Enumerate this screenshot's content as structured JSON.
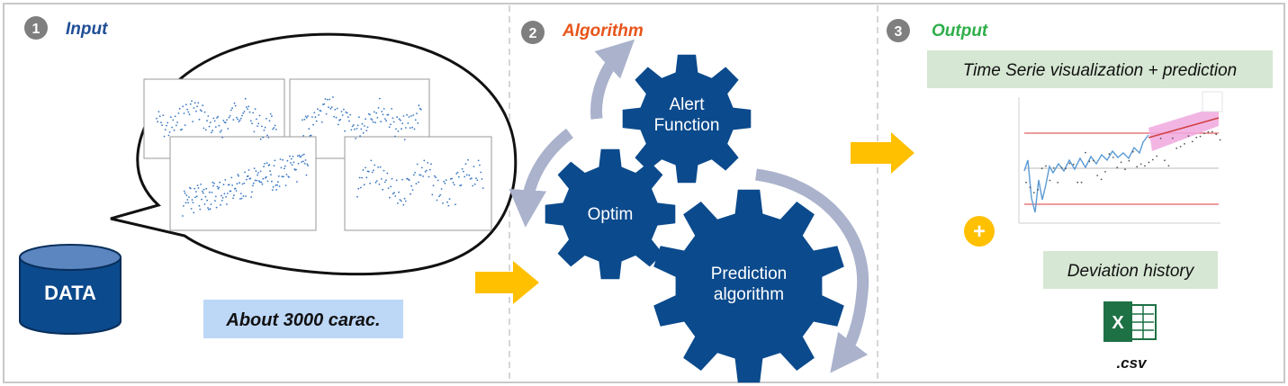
{
  "sections": [
    {
      "number": "1",
      "title": "Input",
      "color": "#1f4e96"
    },
    {
      "number": "2",
      "title": "Algorithm",
      "color": "#e8541a"
    },
    {
      "number": "3",
      "title": "Output",
      "color": "#2fae4a"
    }
  ],
  "input": {
    "database_label": "DATA",
    "caption": "About 3000 carac."
  },
  "algorithm": {
    "gears": [
      {
        "id": "alert",
        "lines": [
          "Alert",
          "Function"
        ]
      },
      {
        "id": "optim",
        "lines": [
          "Optim"
        ]
      },
      {
        "id": "prediction",
        "lines": [
          "Prediction",
          "algorithm"
        ]
      }
    ]
  },
  "output": {
    "viz_label": "Time Serie visualization + prediction",
    "plus_symbol": "+",
    "deviation_label": "Deviation history",
    "file_ext": ".csv",
    "excel_letter": "X"
  },
  "colors": {
    "gear_blue": "#0b4a8c",
    "arrow_gray": "#aab2cc",
    "arrow_yellow": "#ffc000",
    "caption_bg": "#bdd7f7",
    "label_bg": "#d6e7d3",
    "excel_green": "#1e7145"
  }
}
